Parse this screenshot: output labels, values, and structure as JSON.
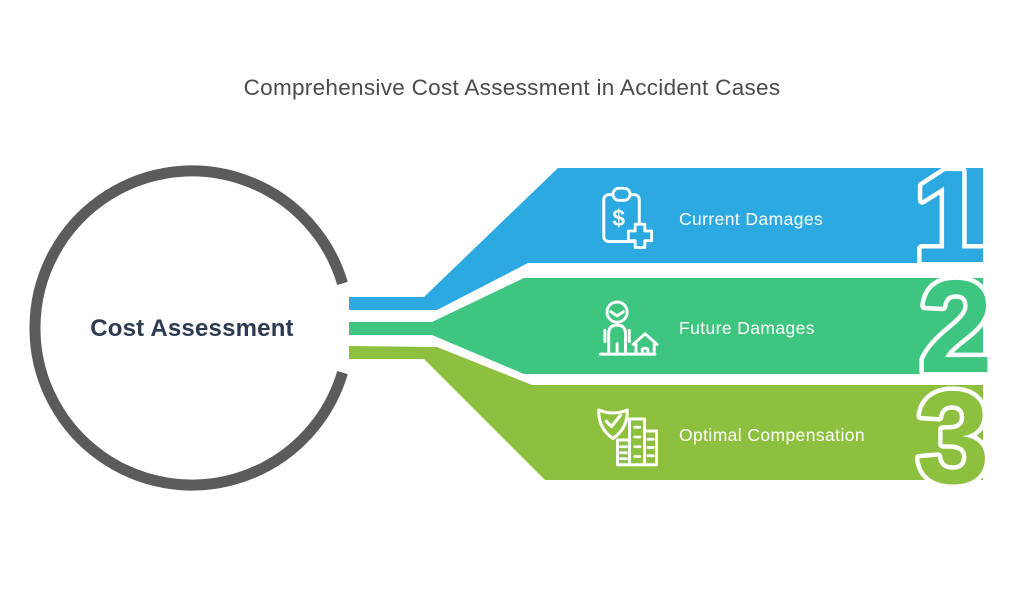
{
  "title": "Comprehensive Cost Assessment in Accident Cases",
  "hub": {
    "label": "Cost Assessment"
  },
  "colors": {
    "ring": "#5B5B5B",
    "title": "#4B4B4B",
    "hub_text": "#2E3A52",
    "label_text": "#FFFFFF"
  },
  "items": [
    {
      "number": "1",
      "label": "Current Damages",
      "color": "#2BA9E0",
      "icon": "clipboard-dollar-plus-icon"
    },
    {
      "number": "2",
      "label": "Future Damages",
      "color": "#3EC57F",
      "icon": "person-house-icon"
    },
    {
      "number": "3",
      "label": "Optimal Compensation",
      "color": "#8EC03F",
      "icon": "shield-check-building-icon"
    }
  ],
  "icon_dollar": "$"
}
